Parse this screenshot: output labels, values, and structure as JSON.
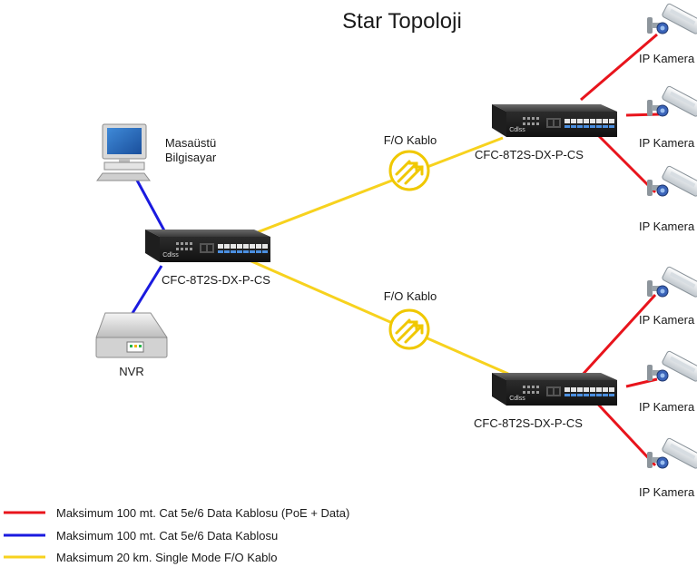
{
  "title": "Star Topoloji",
  "devices": {
    "desktop": {
      "line1": "Masaüstü",
      "line2": "Bilgisayar"
    },
    "nvr": "NVR",
    "switch_center": "CFC-8T2S-DX-P-CS",
    "switch_top": "CFC-8T2S-DX-P-CS",
    "switch_bottom": "CFC-8T2S-DX-P-CS",
    "switch_logo": "Cdlss"
  },
  "fiber_labels": [
    "F/O Kablo",
    "F/O Kablo"
  ],
  "cameras": [
    "IP Kamera",
    "IP Kamera",
    "IP Kamera",
    "IP Kamera",
    "IP Kamera",
    "IP Kamera"
  ],
  "legend": [
    {
      "text": "Maksimum 100 mt. Cat 5e/6 Data Kablosu (PoE + Data)",
      "color": "#e8141c"
    },
    {
      "text": "Maksimum 100 mt. Cat 5e/6 Data Kablosu",
      "color": "#1a1adf"
    },
    {
      "text": "Maksimum 20 km. Single Mode F/O Kablo",
      "color": "#f7d21e"
    }
  ],
  "colors": {
    "poe": "#e8141c",
    "data": "#1a1adf",
    "fiber": "#f7d21e"
  }
}
